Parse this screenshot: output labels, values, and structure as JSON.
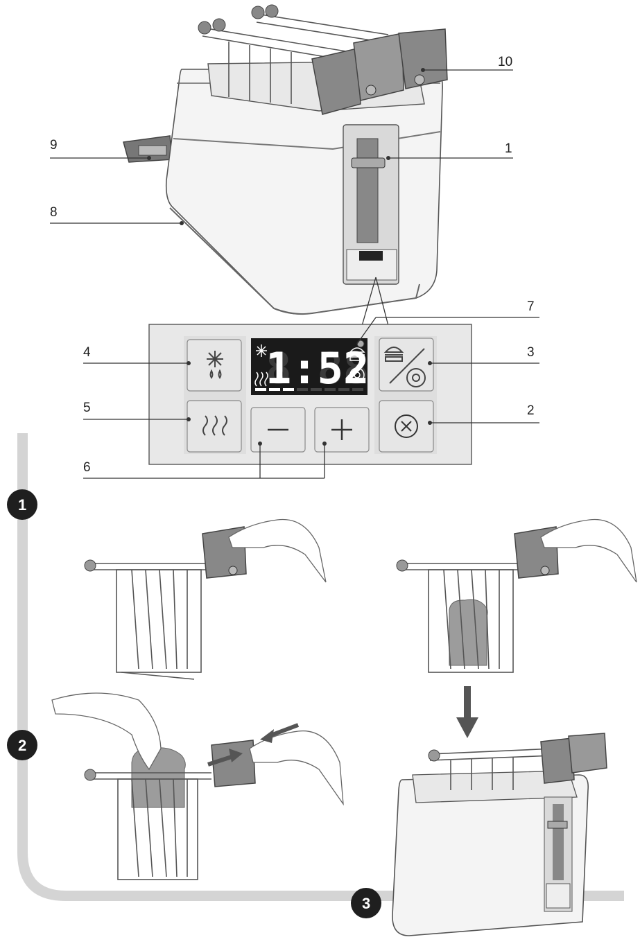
{
  "callouts": {
    "c1": "1",
    "c2": "2",
    "c3": "3",
    "c4": "4",
    "c5": "5",
    "c6": "6",
    "c7": "7",
    "c8": "8",
    "c9": "9",
    "c10": "10"
  },
  "steps": {
    "s1": "1",
    "s2": "2",
    "s3": "3"
  },
  "display": {
    "time": "1:52"
  },
  "icons": {
    "defrost": "snowflake-drop-icon",
    "reheat": "heat-waves-icon",
    "minus": "minus-icon",
    "plus": "plus-icon",
    "cancel": "cancel-circle-x-icon",
    "bun_bagel": "burger-bagel-icon",
    "arrow_down": "arrow-down-icon"
  },
  "colors": {
    "line": "#333333",
    "panel": "#e8e8e8",
    "lcd": "#1a1a1a",
    "accent": "#cccccc"
  }
}
